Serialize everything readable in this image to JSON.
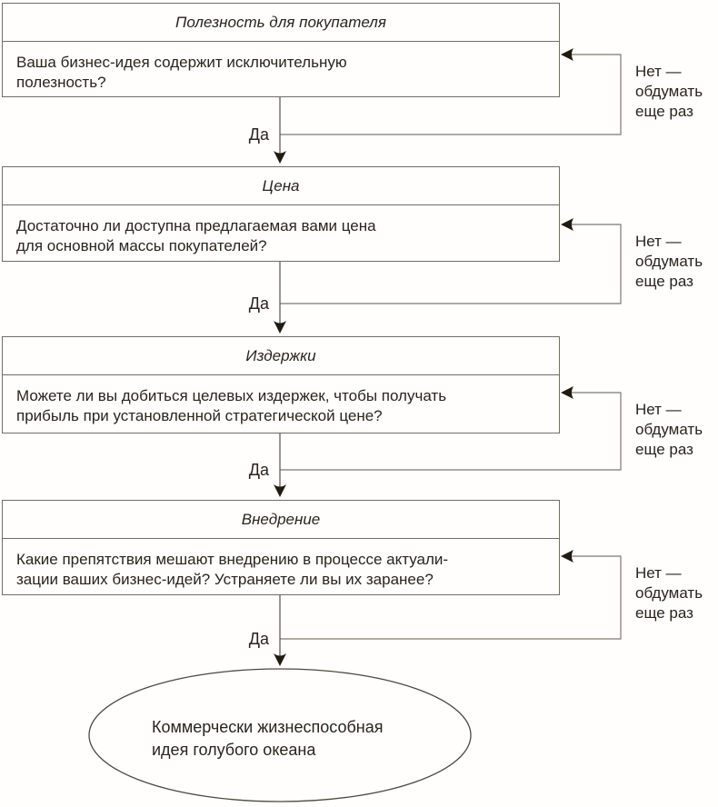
{
  "diagram": {
    "blocks": [
      {
        "title": "Полезность для покупателя",
        "question": "Ваша бизнес-идея содержит исключительную\nполезность?",
        "yes": "Да",
        "no": "Нет —\nобдумать\nеще раз"
      },
      {
        "title": "Цена",
        "question": "Достаточно ли доступна предлагаемая вами цена\nдля основной массы покупателей?",
        "yes": "Да",
        "no": "Нет —\nобдумать\nеще раз"
      },
      {
        "title": "Издержки",
        "question": "Можете ли вы добиться целевых издержек, чтобы получать\nприбыль при установленной стратегической цене?",
        "yes": "Да",
        "no": "Нет —\nобдумать\nеще раз"
      },
      {
        "title": "Внедрение",
        "question": "Какие препятствия мешают внедрению в процессе актуали-\nзации ваших бизнес-идей? Устраняете ли вы их заранее?",
        "yes": "Да",
        "no": "Нет —\nобдумать\nеще раз"
      }
    ],
    "result": "Коммерчески жизнеспособная\nидея голубого океана",
    "icons": {
      "arrow_down": "▼",
      "arrow_left": "◀"
    },
    "colors": {
      "background": "#fffefc",
      "text": "#29241e",
      "box_border": "#716d67",
      "connector_line": "#7e7a74",
      "stem_line": "#55504a",
      "arrowhead": "#201a13",
      "ellipse_stroke": "#4d4842"
    }
  }
}
